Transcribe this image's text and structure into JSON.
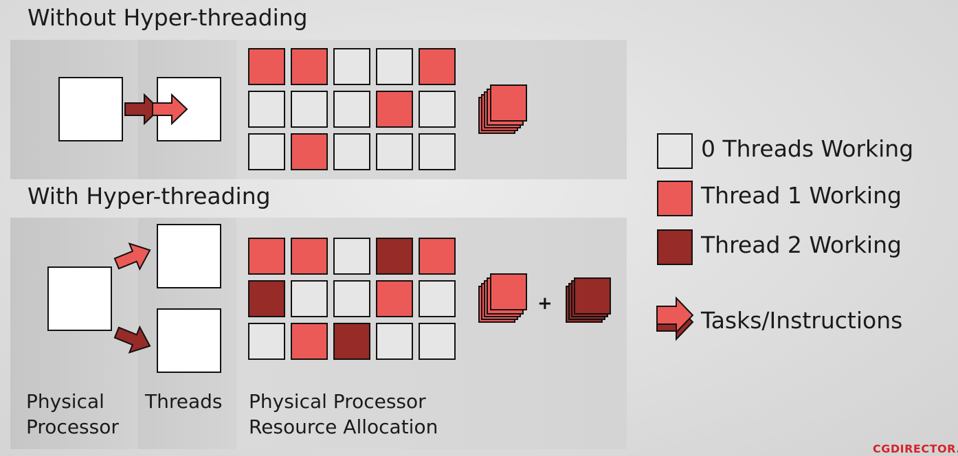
{
  "sections": {
    "without_title": "Without Hyper-threading",
    "with_title": "With Hyper-threading"
  },
  "captions": {
    "physical_processor_line1": "Physical",
    "physical_processor_line2": "Processor",
    "threads": "Threads",
    "resource_line1": "Physical Processor",
    "resource_line2": "Resource Allocation"
  },
  "grid_without": [
    [
      1,
      1,
      0,
      0,
      1
    ],
    [
      0,
      0,
      0,
      1,
      0
    ],
    [
      0,
      1,
      0,
      0,
      0
    ]
  ],
  "grid_with": [
    [
      1,
      1,
      0,
      2,
      1
    ],
    [
      2,
      0,
      0,
      1,
      0
    ],
    [
      0,
      1,
      2,
      0,
      0
    ]
  ],
  "plus_sign": "+",
  "legend": {
    "zero_threads": "0 Threads Working",
    "thread1": "Thread 1 Working",
    "thread2": "Thread 2 Working",
    "tasks": "Tasks/Instructions"
  },
  "colors": {
    "thread1": "#ec5a58",
    "thread2": "#962b27",
    "idle": "#e6e6e6"
  },
  "watermark": "CGDIRECTOR.C"
}
